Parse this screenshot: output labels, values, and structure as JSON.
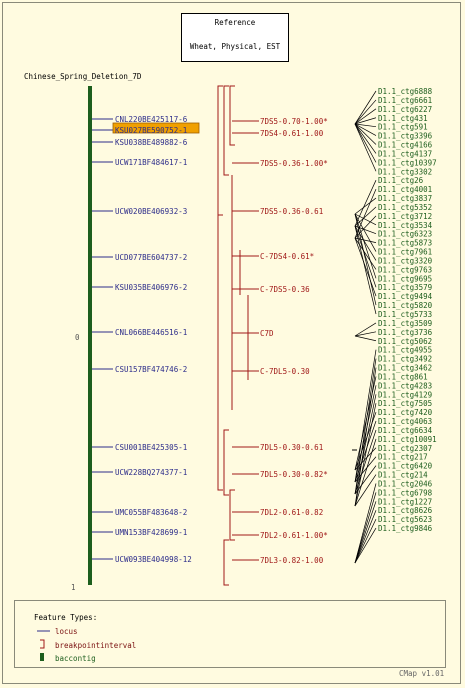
{
  "reference": {
    "title": "Reference",
    "subtitle": "Wheat, Physical, EST"
  },
  "map_title": "Chinese_Spring_Deletion_7D",
  "scale": {
    "top": "0",
    "bottom": "1"
  },
  "colors": {
    "background": "#fffbe0",
    "locus": "#2c2c8a",
    "interval": "#a01818",
    "contig": "#1d5e1d",
    "highlight": "#f0a000",
    "connector": "#000000"
  },
  "loci": [
    {
      "name": "CNL220BE425117-6",
      "highlighted": false
    },
    {
      "name": "KSU027BE590752-1",
      "highlighted": true
    },
    {
      "name": "KSU038BE489882-6",
      "highlighted": false
    },
    {
      "name": "UCW171BF484617-1",
      "highlighted": false
    },
    {
      "name": "UCW020BE406932-3",
      "highlighted": false
    },
    {
      "name": "UCD077BE604737-2",
      "highlighted": false
    },
    {
      "name": "KSU035BE406976-2",
      "highlighted": false
    },
    {
      "name": "CNL066BE446516-1",
      "highlighted": false
    },
    {
      "name": "CSU157BF474746-2",
      "highlighted": false
    },
    {
      "name": "CSU001BE425305-1",
      "highlighted": false
    },
    {
      "name": "UCW228BQ274377-1",
      "highlighted": false
    },
    {
      "name": "UMC055BF483648-2",
      "highlighted": false
    },
    {
      "name": "UMN153BF428699-1",
      "highlighted": false
    },
    {
      "name": "UCW093BE404998-12",
      "highlighted": false
    }
  ],
  "intervals": [
    "7DS5-0.70-1.00*",
    "7DS4-0.61-1.00",
    "7DS5-0.36-1.00*",
    "7DS5-0.36-0.61",
    "C-7DS4-0.61*",
    "C-7DS5-0.36",
    "C7D",
    "C-7DL5-0.30",
    "7DL5-0.30-0.61",
    "7DL5-0.30-0.82*",
    "7DL2-0.61-0.82",
    "7DL2-0.61-1.00*",
    "7DL3-0.82-1.00"
  ],
  "contigs": [
    "D1.1_ctg6888",
    "D1.1_ctg6661",
    "D1.1_ctg6227",
    "D1.1_ctg431",
    "D1.1_ctg591",
    "D1.1_ctg3396",
    "D1.1_ctg4166",
    "D1.1_ctg4137",
    "D1.1_ctg10397",
    "D1.1_ctg3302",
    "D1.1_ctg26",
    "D1.1_ctg4001",
    "D1.1_ctg3837",
    "D1.1_ctg5352",
    "D1.1_ctg3712",
    "D1.1_ctg3534",
    "D1.1_ctg6323",
    "D1.1_ctg5873",
    "D1.1_ctg7961",
    "D1.1_ctg3320",
    "D1.1_ctg9763",
    "D1.1_ctg9695",
    "D1.1_ctg3579",
    "D1.1_ctg9494",
    "D1.1_ctg5820",
    "D1.1_ctg5733",
    "D1.1_ctg3509",
    "D1.1_ctg3736",
    "D1.1_ctg5062",
    "D1.1_ctg4955",
    "D1.1_ctg3492",
    "D1.1_ctg3462",
    "D1.1_ctg861",
    "D1.1_ctg4283",
    "D1.1_ctg4129",
    "D1.1_ctg7505",
    "D1.1_ctg7420",
    "D1.1_ctg4063",
    "D1.1_ctg6634",
    "D1.1_ctg10091",
    "D1.1_ctg2307",
    "D1.1_ctg217",
    "D1.1_ctg6420",
    "D1.1_ctg214",
    "D1.1_ctg2046",
    "D1.1_ctg6798",
    "D1.1_ctg1227",
    "D1.1_ctg8626",
    "D1.1_ctg5623",
    "D1.1_ctg9846"
  ],
  "legend": {
    "title": "Feature Types:",
    "items": [
      {
        "label": "locus",
        "symbol": "line-icon"
      },
      {
        "label": "breakpointinterval",
        "symbol": "bracket-icon"
      },
      {
        "label": "baccontig",
        "symbol": "bar-icon"
      }
    ]
  },
  "version": "CMap v1.01"
}
